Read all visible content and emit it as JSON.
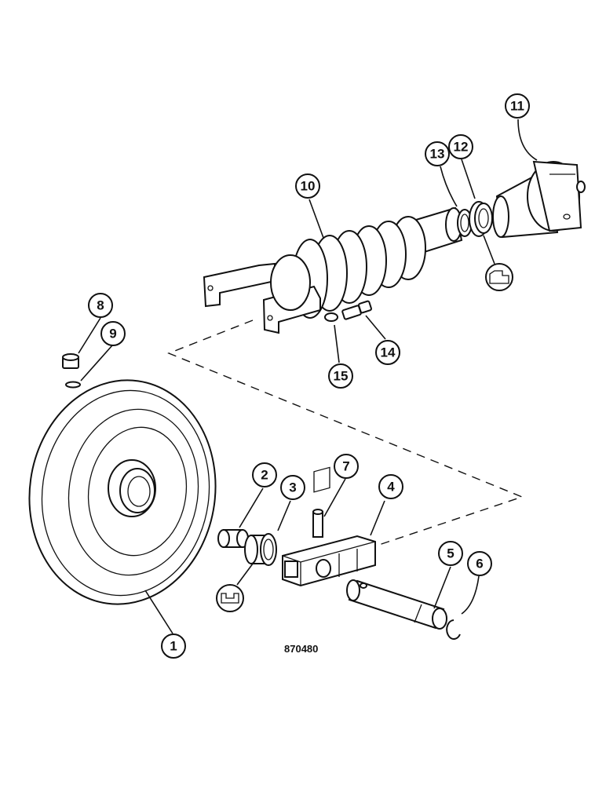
{
  "drawing_ref": "870480",
  "callouts": [
    {
      "number": "1",
      "part": "idler-wheel"
    },
    {
      "number": "2",
      "part": "bushing"
    },
    {
      "number": "3",
      "part": "seal"
    },
    {
      "number": "4",
      "part": "bracket"
    },
    {
      "number": "5",
      "part": "shaft"
    },
    {
      "number": "6",
      "part": "retaining-ring"
    },
    {
      "number": "7",
      "part": "roll-pin"
    },
    {
      "number": "8",
      "part": "plug"
    },
    {
      "number": "9",
      "part": "o-ring"
    },
    {
      "number": "10",
      "part": "recoil-spring-assembly"
    },
    {
      "number": "11",
      "part": "tension-cylinder"
    },
    {
      "number": "12",
      "part": "seal"
    },
    {
      "number": "13",
      "part": "ring"
    },
    {
      "number": "14",
      "part": "bolt"
    },
    {
      "number": "15",
      "part": "washer"
    }
  ]
}
